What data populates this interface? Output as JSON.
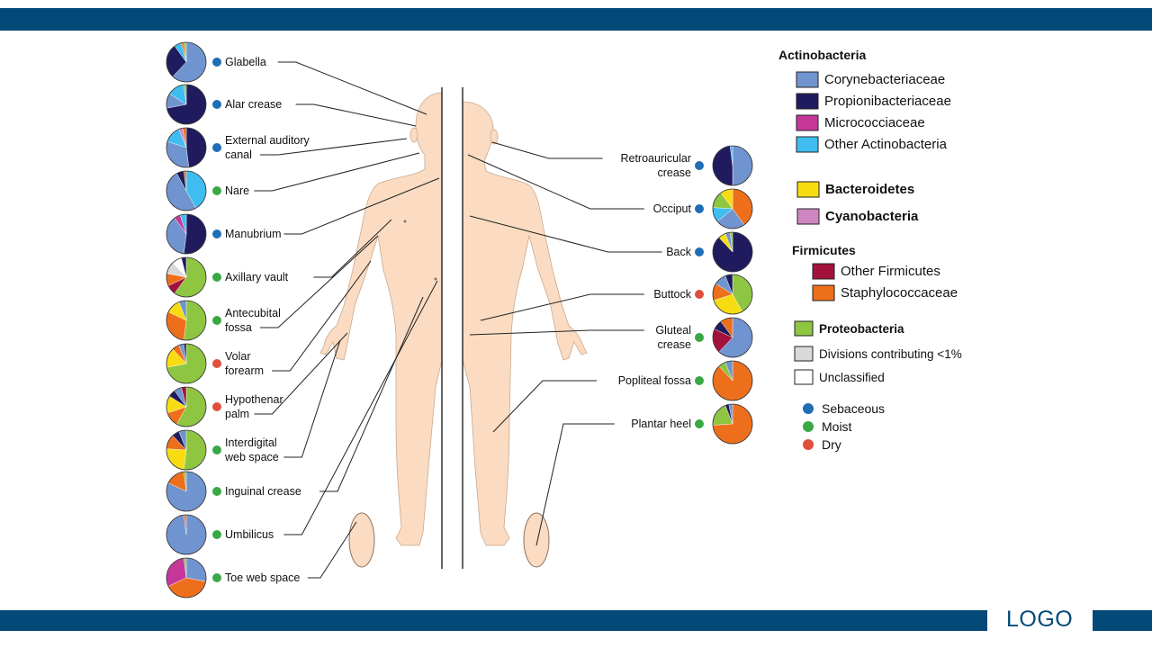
{
  "logo": "LOGO",
  "colors": {
    "Corynebacteriaceae": "#7094d0",
    "Propionibacteriaceae": "#1f1b5e",
    "Micrococciaceae": "#c6379a",
    "Other Actinobacteria": "#3fbdf0",
    "Bacteroidetes": "#f7dc12",
    "Cyanobacteria": "#cf85c0",
    "Other Firmicutes": "#a3123a",
    "Staphylococcaceae": "#ee6f1b",
    "Proteobacteria": "#8ec641",
    "Divisions contributing <1%": "#d9d9d9",
    "Unclassified": "#ffffff",
    "Sebaceous": "#1f6db5",
    "Moist": "#39a845",
    "Dry": "#e04f3c"
  },
  "legend": {
    "groups": [
      {
        "title": "Actinobacteria",
        "items": [
          "Corynebacteriaceae",
          "Propionibacteriaceae",
          "Micrococciaceae",
          "Other Actinobacteria"
        ]
      },
      {
        "title": "",
        "items": [
          "Bacteroidetes",
          "Cyanobacteria"
        ]
      },
      {
        "title": "Firmicutes",
        "items": [
          "Other Firmicutes",
          "Staphylococcaceae"
        ]
      },
      {
        "title": "",
        "items": [
          "Proteobacteria",
          "Divisions contributing <1%",
          "Unclassified"
        ]
      }
    ],
    "site_types": [
      "Sebaceous",
      "Moist",
      "Dry"
    ]
  },
  "sites": [
    {
      "label": [
        "Glabella"
      ],
      "type": "Sebaceous",
      "side": "front",
      "comp": [
        [
          "Corynebacteriaceae",
          62
        ],
        [
          "Propionibacteriaceae",
          28
        ],
        [
          "Other Actinobacteria",
          6
        ],
        [
          "Staphylococcaceae",
          2
        ],
        [
          "Proteobacteria",
          2
        ]
      ]
    },
    {
      "label": [
        "Alar crease"
      ],
      "type": "Sebaceous",
      "side": "front",
      "comp": [
        [
          "Propionibacteriaceae",
          72
        ],
        [
          "Corynebacteriaceae",
          12
        ],
        [
          "Other Actinobacteria",
          14
        ],
        [
          "Proteobacteria",
          2
        ]
      ]
    },
    {
      "label": [
        "External auditory",
        "canal"
      ],
      "type": "Sebaceous",
      "side": "front",
      "comp": [
        [
          "Propionibacteriaceae",
          48
        ],
        [
          "Corynebacteriaceae",
          32
        ],
        [
          "Other Actinobacteria",
          14
        ],
        [
          "Cyanobacteria",
          3
        ],
        [
          "Staphylococcaceae",
          3
        ]
      ]
    },
    {
      "label": [
        "Nare"
      ],
      "type": "Moist",
      "side": "front",
      "comp": [
        [
          "Other Actinobacteria",
          42
        ],
        [
          "Corynebacteriaceae",
          50
        ],
        [
          "Propionibacteriaceae",
          6
        ],
        [
          "Staphylococcaceae",
          2
        ]
      ]
    },
    {
      "label": [
        "Manubrium"
      ],
      "type": "Sebaceous",
      "side": "front",
      "comp": [
        [
          "Propionibacteriaceae",
          52
        ],
        [
          "Corynebacteriaceae",
          38
        ],
        [
          "Micrococciaceae",
          5
        ],
        [
          "Other Actinobacteria",
          5
        ]
      ]
    },
    {
      "label": [
        "Axillary vault"
      ],
      "type": "Moist",
      "side": "front",
      "comp": [
        [
          "Proteobacteria",
          60
        ],
        [
          "Other Firmicutes",
          8
        ],
        [
          "Staphylococcaceae",
          10
        ],
        [
          "Divisions contributing <1%",
          10
        ],
        [
          "Unclassified",
          8
        ],
        [
          "Propionibacteriaceae",
          4
        ]
      ]
    },
    {
      "label": [
        "Antecubital",
        "fossa"
      ],
      "type": "Moist",
      "side": "front",
      "comp": [
        [
          "Proteobacteria",
          52
        ],
        [
          "Staphylococcaceae",
          30
        ],
        [
          "Bacteroidetes",
          12
        ],
        [
          "Corynebacteriaceae",
          6
        ]
      ]
    },
    {
      "label": [
        "Volar",
        "forearm"
      ],
      "type": "Dry",
      "side": "front",
      "comp": [
        [
          "Proteobacteria",
          72
        ],
        [
          "Bacteroidetes",
          16
        ],
        [
          "Staphylococcaceae",
          6
        ],
        [
          "Corynebacteriaceae",
          4
        ],
        [
          "Propionibacteriaceae",
          2
        ]
      ]
    },
    {
      "label": [
        "Hypothenar",
        "palm"
      ],
      "type": "Dry",
      "side": "front",
      "comp": [
        [
          "Proteobacteria",
          58
        ],
        [
          "Staphylococcaceae",
          12
        ],
        [
          "Bacteroidetes",
          14
        ],
        [
          "Propionibacteriaceae",
          6
        ],
        [
          "Corynebacteriaceae",
          6
        ],
        [
          "Other Firmicutes",
          4
        ]
      ]
    },
    {
      "label": [
        "Interdigital",
        "web space"
      ],
      "type": "Moist",
      "side": "front",
      "comp": [
        [
          "Proteobacteria",
          52
        ],
        [
          "Bacteroidetes",
          24
        ],
        [
          "Staphylococcaceae",
          12
        ],
        [
          "Propionibacteriaceae",
          6
        ],
        [
          "Corynebacteriaceae",
          6
        ]
      ]
    },
    {
      "label": [
        "Inguinal crease"
      ],
      "type": "Moist",
      "side": "front",
      "comp": [
        [
          "Corynebacteriaceae",
          82
        ],
        [
          "Staphylococcaceae",
          16
        ],
        [
          "Proteobacteria",
          2
        ]
      ]
    },
    {
      "label": [
        "Umbilicus"
      ],
      "type": "Moist",
      "side": "front",
      "comp": [
        [
          "Corynebacteriaceae",
          98
        ],
        [
          "Staphylococcaceae",
          2
        ]
      ]
    },
    {
      "label": [
        "Toe web space"
      ],
      "type": "Moist",
      "side": "front",
      "comp": [
        [
          "Corynebacteriaceae",
          28
        ],
        [
          "Staphylococcaceae",
          40
        ],
        [
          "Micrococciaceae",
          30
        ],
        [
          "Proteobacteria",
          2
        ]
      ]
    },
    {
      "label": [
        "Retroauricular",
        "crease"
      ],
      "type": "Sebaceous",
      "side": "back",
      "comp": [
        [
          "Corynebacteriaceae",
          50
        ],
        [
          "Propionibacteriaceae",
          48
        ],
        [
          "Other Actinobacteria",
          2
        ]
      ]
    },
    {
      "label": [
        "Occiput"
      ],
      "type": "Sebaceous",
      "side": "back",
      "comp": [
        [
          "Staphylococcaceae",
          40
        ],
        [
          "Corynebacteriaceae",
          24
        ],
        [
          "Other Actinobacteria",
          12
        ],
        [
          "Proteobacteria",
          14
        ],
        [
          "Bacteroidetes",
          10
        ]
      ]
    },
    {
      "label": [
        "Back"
      ],
      "type": "Sebaceous",
      "side": "back",
      "comp": [
        [
          "Propionibacteriaceae",
          88
        ],
        [
          "Bacteroidetes",
          6
        ],
        [
          "Corynebacteriaceae",
          4
        ],
        [
          "Proteobacteria",
          2
        ]
      ]
    },
    {
      "label": [
        "Buttock"
      ],
      "type": "Dry",
      "side": "back",
      "comp": [
        [
          "Proteobacteria",
          42
        ],
        [
          "Bacteroidetes",
          28
        ],
        [
          "Staphylococcaceae",
          14
        ],
        [
          "Corynebacteriaceae",
          10
        ],
        [
          "Propionibacteriaceae",
          6
        ]
      ]
    },
    {
      "label": [
        "Gluteal",
        "crease"
      ],
      "type": "Moist",
      "side": "back",
      "comp": [
        [
          "Corynebacteriaceae",
          62
        ],
        [
          "Other Firmicutes",
          20
        ],
        [
          "Propionibacteriaceae",
          8
        ],
        [
          "Staphylococcaceae",
          10
        ]
      ]
    },
    {
      "label": [
        "Popliteal fossa"
      ],
      "type": "Moist",
      "side": "back",
      "comp": [
        [
          "Staphylococcaceae",
          88
        ],
        [
          "Proteobacteria",
          6
        ],
        [
          "Corynebacteriaceae",
          6
        ]
      ]
    },
    {
      "label": [
        "Plantar heel"
      ],
      "type": "Moist",
      "side": "back",
      "comp": [
        [
          "Staphylococcaceae",
          74
        ],
        [
          "Proteobacteria",
          20
        ],
        [
          "Propionibacteriaceae",
          3
        ],
        [
          "Corynebacteriaceae",
          3
        ]
      ]
    }
  ]
}
